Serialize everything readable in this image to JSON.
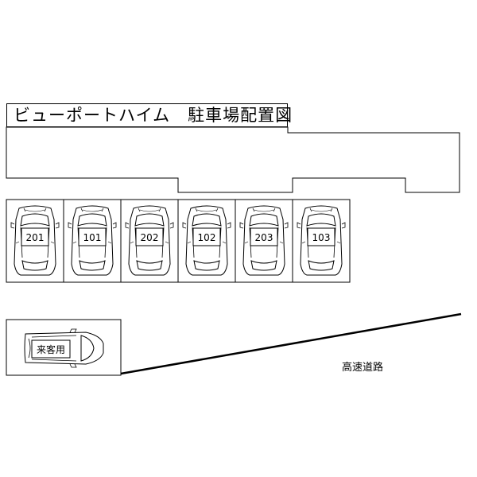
{
  "title": "ビューポートハイム　駐車場配置図",
  "road_label": "高速道路",
  "parking_slots": [
    {
      "label": "201"
    },
    {
      "label": "101"
    },
    {
      "label": "202"
    },
    {
      "label": "102"
    },
    {
      "label": "203"
    },
    {
      "label": "103"
    }
  ],
  "guest_slot": {
    "label": "来客用"
  },
  "icons": [
    "car-icon"
  ],
  "colors": {
    "line": "#000000",
    "background": "#ffffff"
  }
}
